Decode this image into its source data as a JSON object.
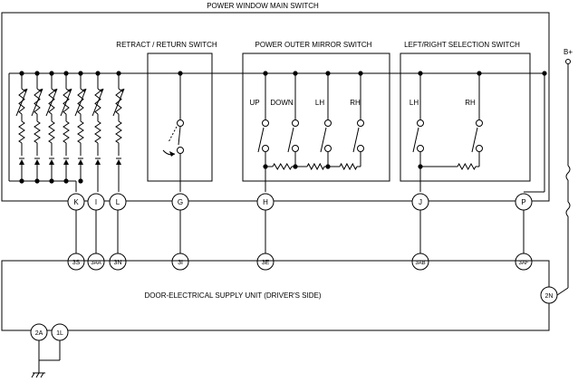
{
  "main_switch": {
    "title": "POWER WINDOW MAIN SWITCH"
  },
  "retract_switch": {
    "title": "RETRACT / RETURN SWITCH"
  },
  "mirror_switch": {
    "title": "POWER OUTER MIRROR SWITCH",
    "labels": [
      "UP",
      "DOWN",
      "LH",
      "RH"
    ]
  },
  "selection_switch": {
    "title": "LEFT/RIGHT SELECTION SWITCH",
    "labels": [
      "LH",
      "RH"
    ]
  },
  "power": {
    "label": "B+"
  },
  "switch_terminals": [
    "K",
    "I",
    "L",
    "G",
    "H",
    "J",
    "P"
  ],
  "unit_terminals": [
    "3S",
    "3AA",
    "3N",
    "3I",
    "3E",
    "3AB",
    "3AF"
  ],
  "supply_unit": {
    "title": "DOOR-ELECTRICAL SUPPLY UNIT (DRIVER'S SIDE)",
    "right_terminal": "2N",
    "ground_terminals": [
      "2A",
      "1L"
    ]
  }
}
